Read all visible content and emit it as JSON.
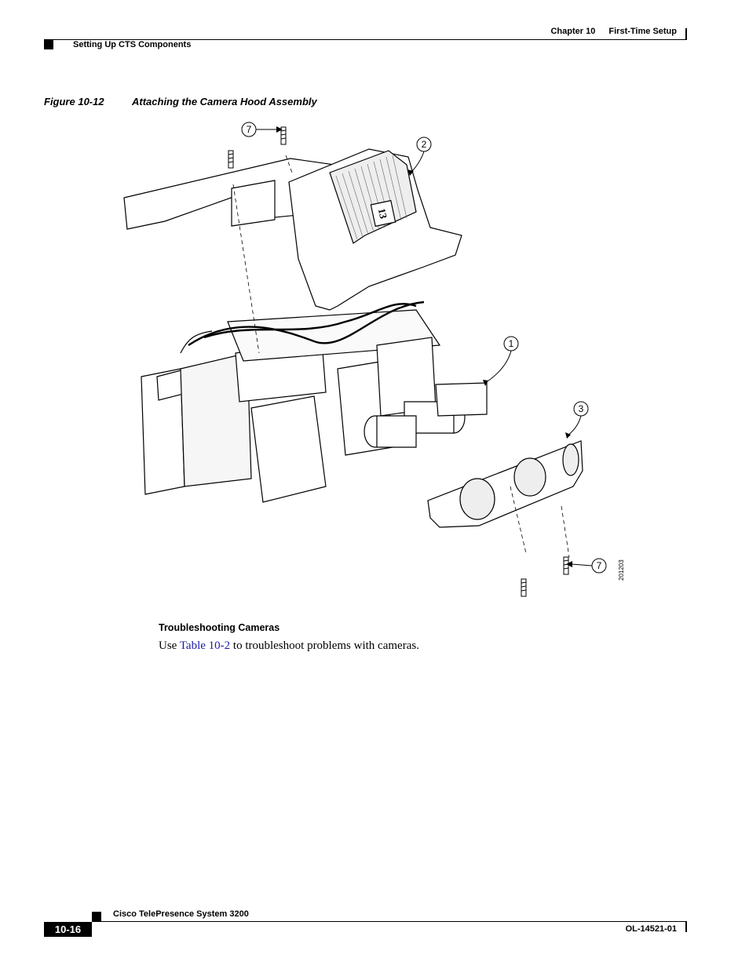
{
  "header": {
    "chapter": "Chapter 10",
    "chapter_title": "First-Time Setup",
    "section": "Setting Up CTS Components"
  },
  "figure": {
    "number": "Figure 10-12",
    "title": "Attaching the Camera Hood Assembly",
    "callouts": {
      "c7a": "7",
      "c2": "2",
      "c1": "1",
      "c3": "3",
      "c7b": "7"
    },
    "hood_label": "13",
    "art_id": "201203"
  },
  "section": {
    "heading": "Troubleshooting Cameras",
    "text_before": "Use ",
    "link": "Table 10-2",
    "text_after": " to troubleshoot problems with cameras."
  },
  "footer": {
    "product": "Cisco TelePresence System 3200",
    "page": "10-16",
    "doc_id": "OL-14521-01"
  }
}
